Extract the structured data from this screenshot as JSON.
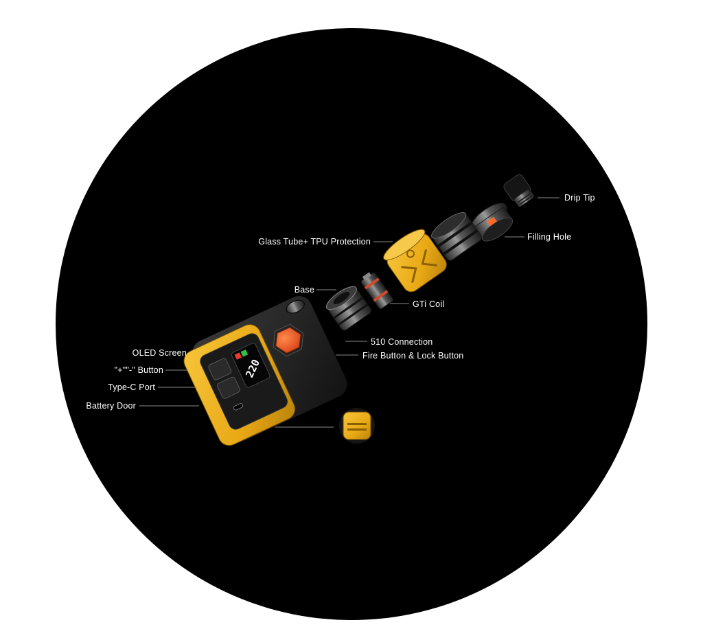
{
  "colors": {
    "background": "#ffffff",
    "circle": "#000000",
    "accent_yellow": "#f2b21c",
    "accent_orange": "#f05a22",
    "leader_line": "#8a8a8a",
    "label_text": "#ffffff"
  },
  "callouts": {
    "drip_tip": "Drip Tip",
    "filling_hole": "Filling Hole",
    "glass_tube": "Glass Tube+ TPU Protection",
    "base": "Base",
    "gti_coil": "GTi Coil",
    "connection_510": "510 Connection",
    "fire_button": "Fire Button & Lock Button",
    "oled_screen": "OLED Screen",
    "plus_minus_button": "\"+\"\"-\" Button",
    "type_c_port": "Type-C Port",
    "battery_door": "Battery Door"
  },
  "screen_readout": "220"
}
